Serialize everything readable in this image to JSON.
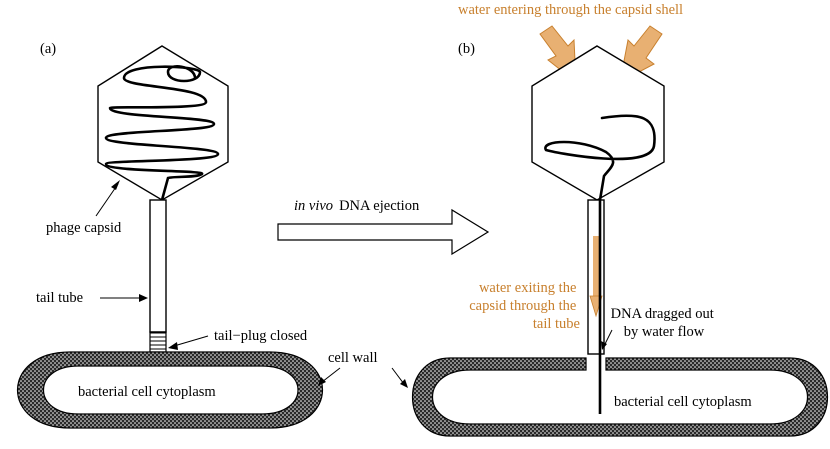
{
  "colors": {
    "accent_orange": "#c8802e",
    "arrow_fill": "#e8b072",
    "cell_wall_fill": "#3a3a3a",
    "outline": "#000000"
  },
  "panel_a": {
    "tag": "(a)",
    "phage_capsid_label": "phage capsid",
    "tail_tube_label": "tail tube",
    "tail_plug_label": "tail−plug closed",
    "cell_wall_label": "cell wall",
    "cytoplasm_label": "bacterial cell cytoplasm"
  },
  "transition": {
    "label_italic": "in vivo",
    "label_rest": "DNA ejection"
  },
  "panel_b": {
    "tag": "(b)",
    "water_entering_label": "water entering through the capsid shell",
    "water_exiting_lines": [
      "water exiting the",
      "capsid through the",
      "tail tube"
    ],
    "dna_dragged_lines": [
      "DNA dragged out",
      "by water flow"
    ],
    "cytoplasm_label": "bacterial cell cytoplasm"
  }
}
